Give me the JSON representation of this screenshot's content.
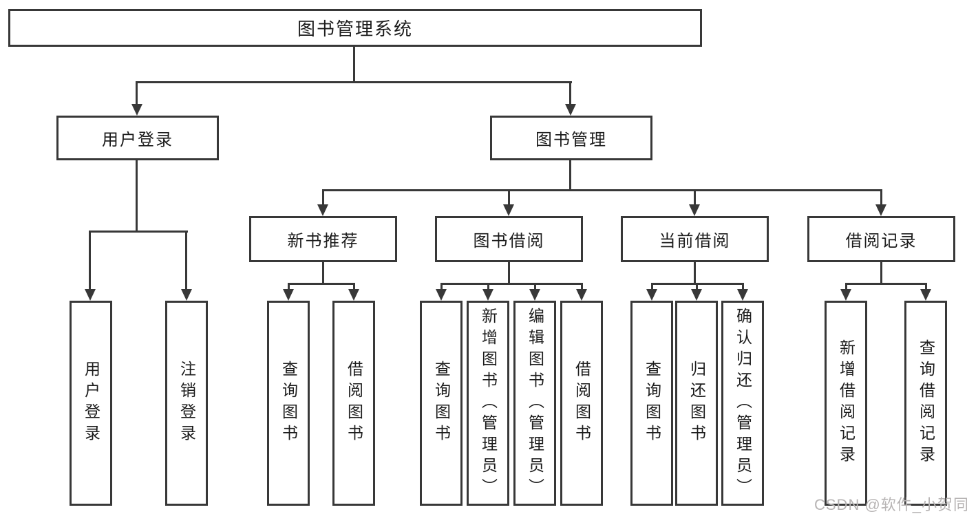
{
  "diagram": {
    "title": "图书管理系统",
    "root": {
      "label": "图书管理系统"
    },
    "level2": [
      {
        "label": "用户登录"
      },
      {
        "label": "图书管理"
      }
    ],
    "level3": [
      {
        "label": "新书推荐"
      },
      {
        "label": "图书借阅"
      },
      {
        "label": "当前借阅"
      },
      {
        "label": "借阅记录"
      }
    ],
    "leaves": [
      {
        "label": "用户登录",
        "parent": "用户登录"
      },
      {
        "label": "注销登录",
        "parent": "用户登录"
      },
      {
        "label": "查询图书",
        "parent": "新书推荐"
      },
      {
        "label": "借阅图书",
        "parent": "新书推荐"
      },
      {
        "label": "查询图书",
        "parent": "图书借阅"
      },
      {
        "label": "新增图书（管理员）",
        "parent": "图书借阅"
      },
      {
        "label": "编辑图书（管理员）",
        "parent": "图书借阅"
      },
      {
        "label": "借阅图书",
        "parent": "图书借阅"
      },
      {
        "label": "查询图书",
        "parent": "当前借阅"
      },
      {
        "label": "归还图书",
        "parent": "当前借阅"
      },
      {
        "label": "确认归还（管理员）",
        "parent": "当前借阅"
      },
      {
        "label": "新增借阅记录",
        "parent": "借阅记录"
      },
      {
        "label": "查询借阅记录",
        "parent": "借阅记录"
      }
    ]
  },
  "watermark": {
    "text": "CSDN @软件_小贺同学",
    "color": "#b7b4b4"
  },
  "colors": {
    "line": "#383838",
    "text": "#1c1c1c",
    "background": "#ffffff"
  }
}
